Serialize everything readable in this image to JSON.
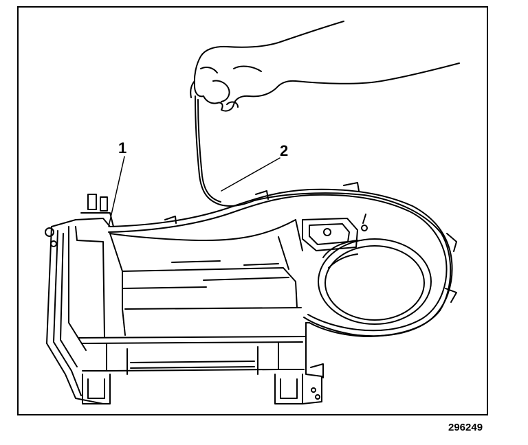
{
  "figure": {
    "callouts": [
      {
        "label": "1"
      },
      {
        "label": "2"
      }
    ],
    "figure_number": "296249"
  }
}
